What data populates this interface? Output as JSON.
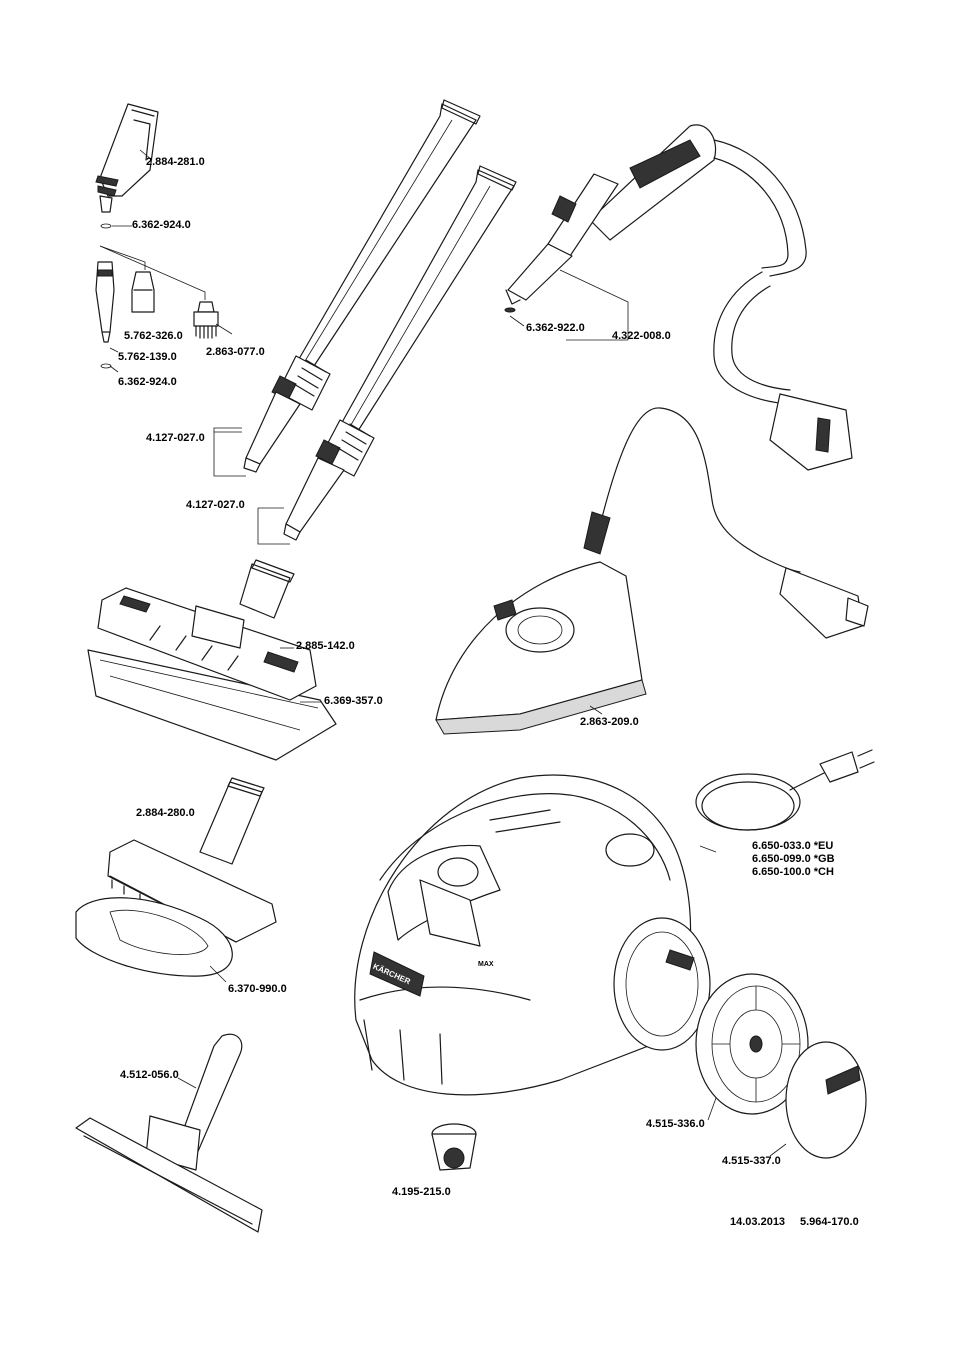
{
  "parts": {
    "nozzle_detail": "2.884-281.0",
    "o_ring_top": "6.362-924.0",
    "round_brush": "5.762-326.0",
    "brass_brush": "2.863-077.0",
    "spot_nozzle": "5.762-139.0",
    "o_ring_bottom": "6.362-924.0",
    "extension_tube_1": "4.127-027.0",
    "extension_tube_2": "4.127-027.0",
    "floor_nozzle": "2.885-142.0",
    "floor_cloth": "6.369-357.0",
    "hand_nozzle": "2.884-280.0",
    "terry_cover": "6.370-990.0",
    "window_nozzle": "4.512-056.0",
    "gun_o_ring": "6.362-922.0",
    "steam_gun": "4.322-008.0",
    "steam_iron": "2.863-209.0",
    "power_cord_eu": "6.650-033.0  *EU",
    "power_cord_gb": "6.650-099.0  *GB",
    "power_cord_ch": "6.650-100.0  *CH",
    "wheel": "4.515-336.0",
    "wheel_cap": "4.515-337.0",
    "castor": "4.195-215.0"
  },
  "device": {
    "brand_text": "KÄRCHER",
    "max_mark": "MAX"
  },
  "footer": {
    "date": "14.03.2013",
    "doc_number": "5.964-170.0"
  }
}
